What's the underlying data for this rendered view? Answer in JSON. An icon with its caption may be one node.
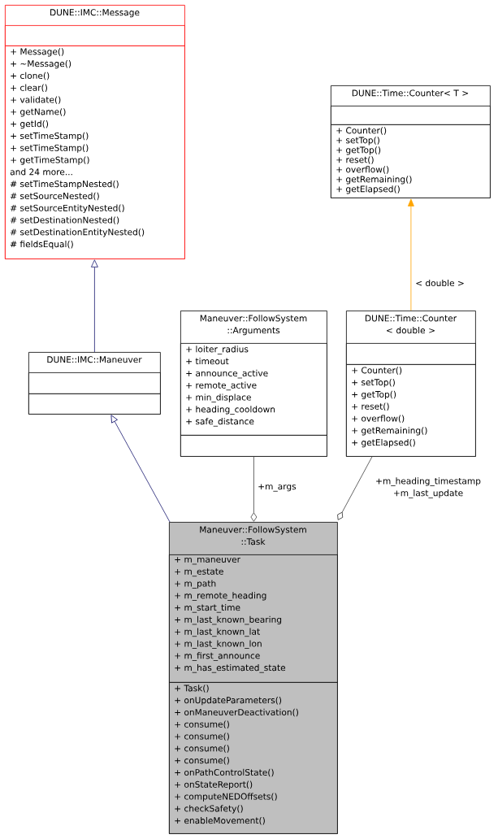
{
  "diagram": {
    "nodes": [
      {
        "text": [
          "DUNE::IMC::Message"
        ]
      },
      {
        "text": [],
        "shape": "box",
        "in": 0
      },
      {
        "text": [
          "+ Message()",
          "+ ~Message()",
          "+ clone()",
          "+ clear()",
          "+ validate()",
          "+ getName()",
          "+ getId()",
          "+ setTimeStamp()",
          "+ setTimeStamp()",
          "+ getTimeStamp()",
          "and 24 more...",
          "# setTimeStampNested()",
          "# setSourceNested()",
          "# setSourceEntityNested()",
          "# setDestinationNested()",
          "# setDestinationEntityNested()",
          "# fieldsEqual()"
        ],
        "in": 0
      },
      {
        "text": [
          "DUNE::Time::Counter< T >"
        ]
      },
      {
        "text": [],
        "shape": "box",
        "in": 3
      },
      {
        "text": [
          "+ Counter()",
          "+ setTop()",
          "+ getTop()",
          "+ reset()",
          "+ overflow()",
          "+ getRemaining()",
          "+ getElapsed()"
        ],
        "in": 3
      },
      {
        "text": [
          "DUNE::IMC::Maneuver"
        ]
      },
      {
        "text": [],
        "shape": "box",
        "in": 6
      },
      {
        "text": [],
        "shape": "box",
        "in": 6
      },
      {
        "text": [
          "Maneuver::FollowSystem ::Arguments"
        ]
      },
      {
        "text": [
          "+ loiter_radius",
          "+ timeout",
          "+ announce_active",
          "+ remote_active",
          "+ min_displace",
          "+ heading_cooldown",
          "+ safe_distance"
        ],
        "in": 9
      },
      {
        "text": [],
        "shape": "box",
        "in": 9
      },
      {
        "text": [
          "DUNE::Time::Counter < double >"
        ]
      },
      {
        "text": [],
        "shape": "box",
        "in": 12
      },
      {
        "text": [
          "+ Counter()",
          "+ setTop()",
          "+ getTop()",
          "+ reset()",
          "+ overflow()",
          "+ getRemaining()",
          "+ getElapsed()"
        ],
        "in": 12
      },
      {
        "text": [
          "Maneuver::FollowSystem ::Task"
        ]
      },
      {
        "text": [
          "+ m_maneuver",
          "+ m_estate",
          "+ m_path",
          "+ m_remote_heading",
          "+ m_start_time",
          "+ m_last_known_bearing",
          "+ m_last_known_lat",
          "+ m_last_known_lon",
          "+ m_first_announce",
          "+ m_has_estimated_state"
        ],
        "in": 15
      },
      {
        "text": [
          "+ Task()",
          "+ onUpdateParameters()",
          "+ onManeuverDeactivation()",
          "+ consume()",
          "+ consume()",
          "+ consume()",
          "+ consume()",
          "+ onPathControlState()",
          "+ onStateReport()",
          "+ computeNEDOffsets()",
          "+ checkSafety()",
          "+ enableMovement()"
        ],
        "in": 15
      }
    ],
    "edges": [
      {
        "from": 6,
        "to": 0,
        "arrow": "to",
        "color": "#191970"
      },
      {
        "from": 12,
        "to": 3,
        "arrow": "to",
        "color": "#ffa500",
        "label": "< double >"
      },
      {
        "from": 15,
        "to": 6,
        "arrow": "to",
        "color": "#191970"
      },
      {
        "from": 9,
        "to": 15,
        "arrow": "other",
        "label": "+m_args"
      },
      {
        "from": 12,
        "to": 15,
        "arrow": "other",
        "label": "+m_heading_timestamp +m_last_update"
      }
    ]
  }
}
